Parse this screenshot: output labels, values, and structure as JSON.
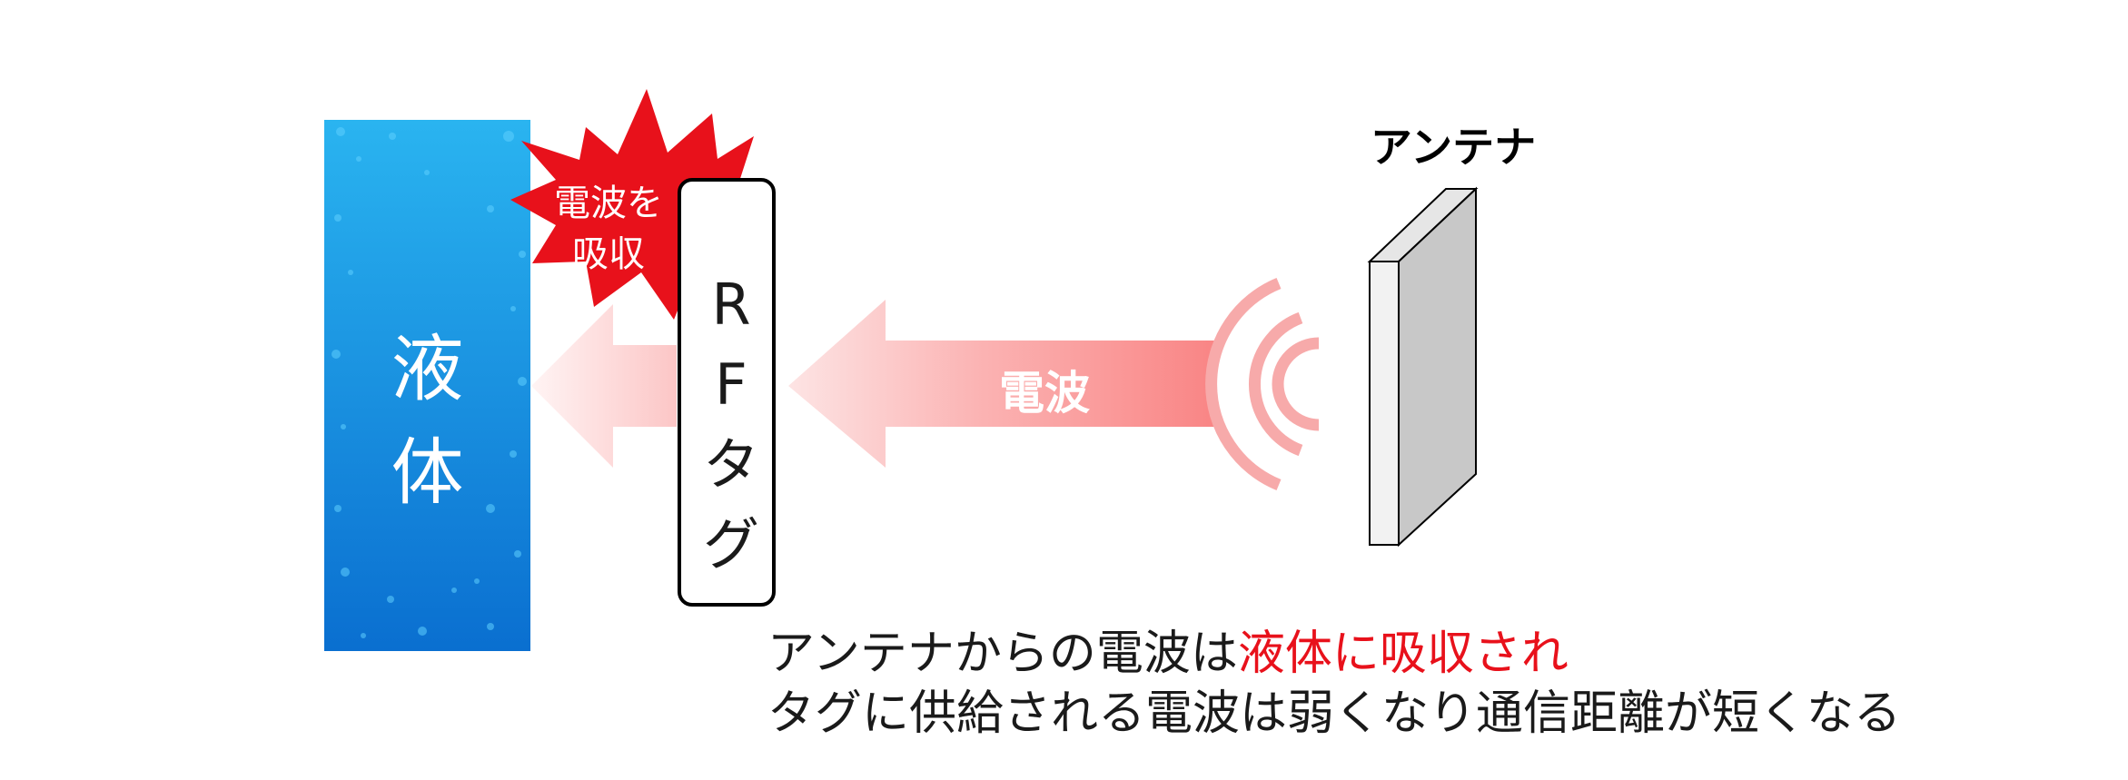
{
  "liquid": {
    "label_line1": "液",
    "label_line2": "体"
  },
  "burst": {
    "label_line1": "電波を",
    "label_line2": "吸収"
  },
  "tag": {
    "char1": "R",
    "char2": "F",
    "char3": "タ",
    "char4": "グ"
  },
  "wave": {
    "label": "電波"
  },
  "antenna": {
    "label": "アンテナ"
  },
  "caption": {
    "line1_part1": "アンテナからの電波は",
    "line1_part2_highlight": "液体に吸収され",
    "line2": "タグに供給される電波は弱くなり通信距離が短くなる"
  },
  "colors": {
    "liquid_top": "#2ab4f0",
    "liquid_bottom": "#0a6fd0",
    "burst": "#e8111b",
    "arrow": "#f98a8a",
    "highlight": "#e8111b"
  }
}
